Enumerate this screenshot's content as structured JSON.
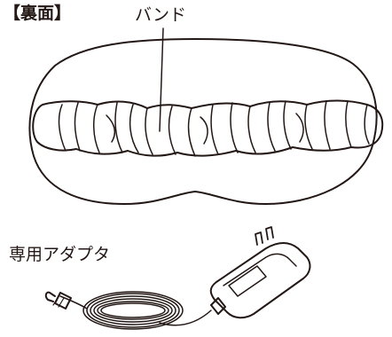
{
  "labels": {
    "back_side": "【裏面】",
    "band": "バンド",
    "adapter": "専用アダプタ"
  },
  "colors": {
    "line": "#231815",
    "background": "#ffffff"
  }
}
